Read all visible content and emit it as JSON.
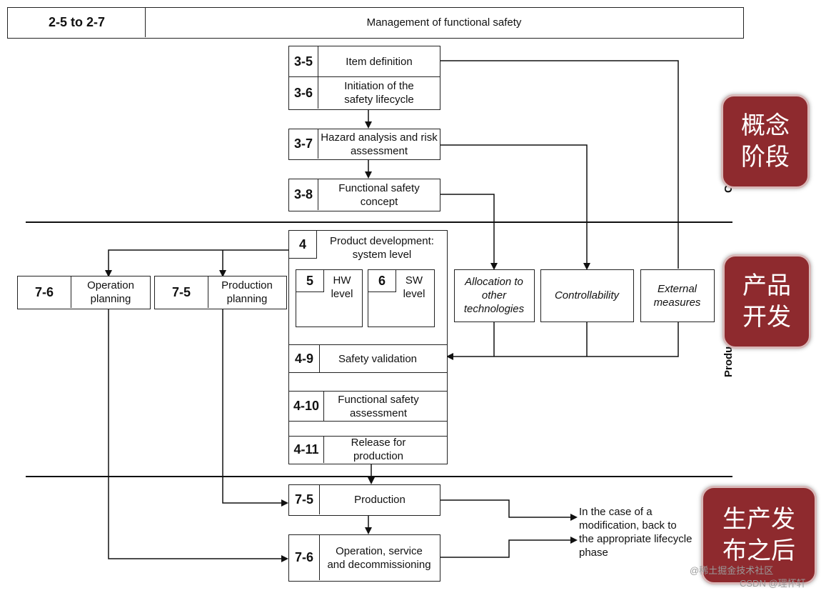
{
  "header": {
    "range": "2-5 to 2-7",
    "title": "Management of functional safety"
  },
  "concept": {
    "item_definition": {
      "num": "3-5",
      "label": "Item definition"
    },
    "initiation": {
      "num": "3-6",
      "label": "Initiation of the safety lifecycle"
    },
    "hazard": {
      "num": "3-7",
      "label": "Hazard analysis and risk assessment"
    },
    "fsc": {
      "num": "3-8",
      "label": "Functional safety concept"
    }
  },
  "development": {
    "product_dev": {
      "num": "4",
      "label": "Product development: system level"
    },
    "hw": {
      "num": "5",
      "label": "HW level"
    },
    "sw": {
      "num": "6",
      "label": "SW level"
    },
    "validation": {
      "num": "4-9",
      "label": "Safety validation"
    },
    "assessment": {
      "num": "4-10",
      "label": "Functional safety assessment"
    },
    "release": {
      "num": "4-11",
      "label": "Release for production"
    },
    "operation_planning": {
      "num": "7-6",
      "label": "Operation planning"
    },
    "production_planning": {
      "num": "7-5",
      "label": "Production planning"
    },
    "allocation": "Allocation to other technologies",
    "controllability": "Controllability",
    "external": "External measures"
  },
  "after_sop": {
    "production": {
      "num": "7-5",
      "label": "Production"
    },
    "operation": {
      "num": "7-6",
      "label": "Operation, service and decommissioning"
    },
    "modification_note": "In the case of a modification, back to the appropriate lifecycle phase"
  },
  "side_labels": {
    "concept": "Concept",
    "product_development": "Product development"
  },
  "badges": {
    "concept": "概念\n阶段",
    "product": "产品\n开发",
    "after": "生产发\n布之后"
  },
  "watermark": {
    "line1": "@稀土掘金技术社区",
    "line2": "CSDN @理怀轩"
  },
  "colors": {
    "badge_bg": "#8e2a2e",
    "line": "#222222"
  }
}
